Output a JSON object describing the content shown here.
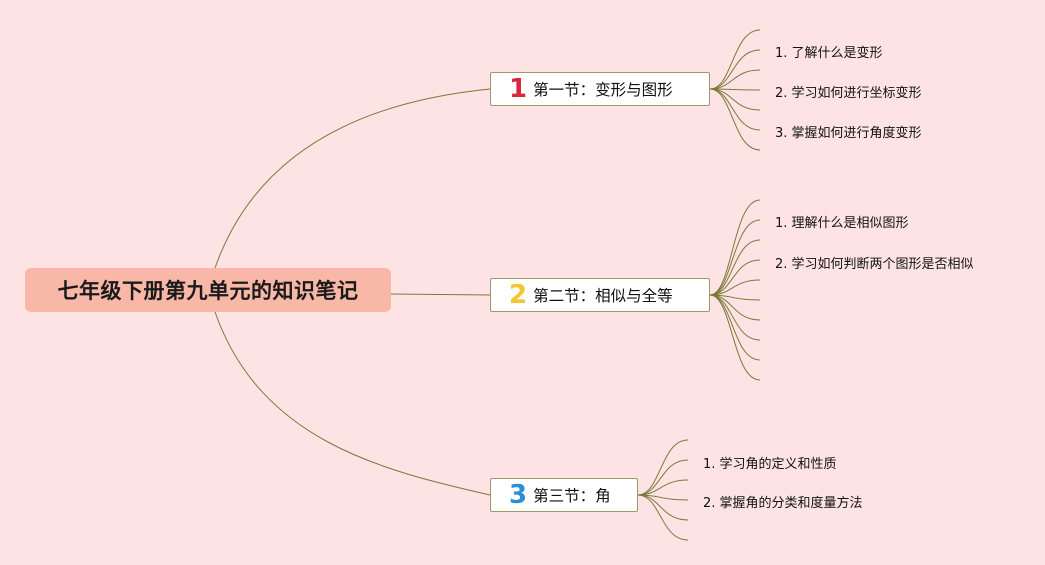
{
  "root": {
    "title": "七年级下册第九单元的知识笔记"
  },
  "sections": [
    {
      "number": "1",
      "number_color": "#d8283e",
      "title": "第一节：变形与图形",
      "items": [
        "1. 了解什么是变形",
        "2. 学习如何进行坐标变形",
        "3. 掌握如何进行角度变形"
      ]
    },
    {
      "number": "2",
      "number_color": "#f4c431",
      "title": "第二节：相似与全等",
      "items": [
        "1. 理解什么是相似图形",
        "2. 学习如何判断两个图形是否相似"
      ]
    },
    {
      "number": "3",
      "number_color": "#2a8fd6",
      "title": "第三节：角",
      "items": [
        "1. 学习角的定义和性质",
        "2. 掌握角的分类和度量方法"
      ]
    }
  ],
  "colors": {
    "background": "#fde3e3",
    "root_fill": "#f9b7a7",
    "branch_line": "#7a7a3a"
  }
}
